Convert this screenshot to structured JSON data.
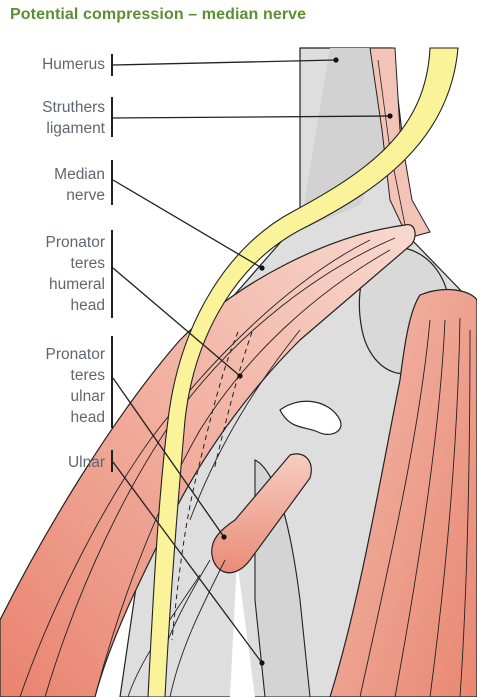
{
  "title": "Potential compression – median nerve",
  "labels": {
    "humerus": "Humerus",
    "struthers_1": "Struthers",
    "struthers_2": "ligament",
    "median_1": "Median",
    "median_2": "nerve",
    "pt_humeral_1": "Pronator",
    "pt_humeral_2": "teres",
    "pt_humeral_3": "humeral",
    "pt_humeral_4": "head",
    "pt_ulnar_1": "Pronator",
    "pt_ulnar_2": "teres",
    "pt_ulnar_3": "ulnar",
    "pt_ulnar_4": "head",
    "ulnar": "Ulnar"
  },
  "colors": {
    "title": "#5b8f2f",
    "label_text": "#5f6770",
    "bone": "#dedede",
    "muscle": "#ec9a88",
    "muscle_light": "#f7d2c6",
    "nerve": "#fbf39a",
    "leader": "#222222"
  }
}
